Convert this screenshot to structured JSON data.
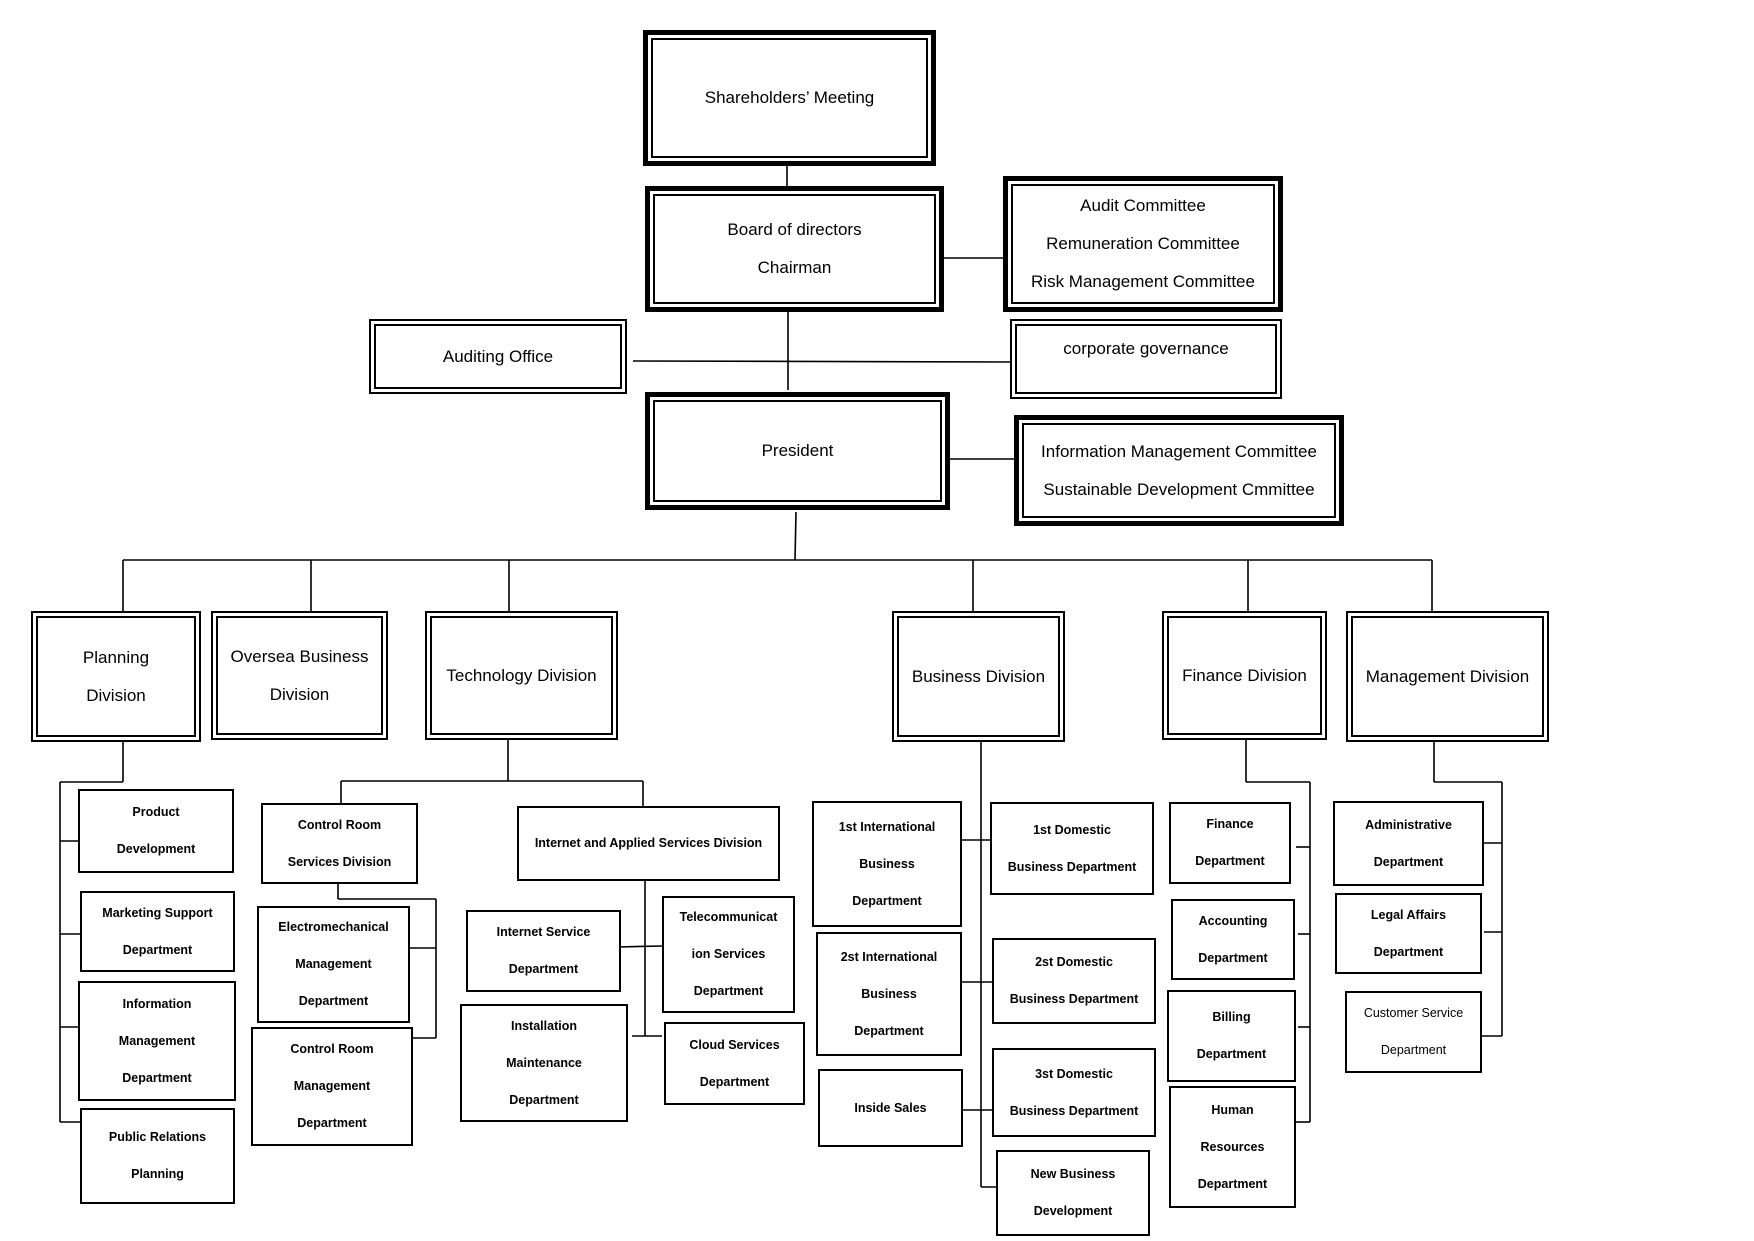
{
  "top": {
    "shareholders": [
      "Shareholders’ Meeting"
    ],
    "board": [
      "Board of directors",
      "Chairman"
    ],
    "committees": [
      "Audit Committee",
      "Remuneration Committee",
      "Risk Management Committee"
    ],
    "auditing_office": [
      "Auditing Office"
    ],
    "governance": [
      "corporate governance"
    ],
    "president": [
      "President"
    ],
    "president_committees": [
      "Information Management Committee",
      "Sustainable Development Cmmittee"
    ]
  },
  "divisions": {
    "planning": [
      "Planning",
      "Division"
    ],
    "oversea": [
      "Oversea Business",
      "Division"
    ],
    "technology": [
      "Technology Division"
    ],
    "business": [
      "Business Division"
    ],
    "finance": [
      "Finance Division"
    ],
    "management": [
      "Management Division"
    ]
  },
  "departments": {
    "planning": [
      [
        "Product",
        "Development"
      ],
      [
        "Marketing Support",
        "Department"
      ],
      [
        "Information",
        "Management",
        "Department"
      ],
      [
        "Public Relations",
        "Planning"
      ]
    ],
    "technology": {
      "control_room_services": [
        "Control Room",
        "Services Division"
      ],
      "electromechanical": [
        "Electromechanical",
        "Management",
        "Department"
      ],
      "control_room_management": [
        "Control Room",
        "Management",
        "Department"
      ],
      "internet_applied": [
        "Internet and Applied Services Division"
      ],
      "internet_service": [
        "Internet Service",
        "Department"
      ],
      "telecommunication": [
        "Telecommunicat",
        "ion Services",
        "Department"
      ],
      "installation": [
        "Installation",
        "Maintenance",
        "Department"
      ],
      "cloud": [
        "Cloud Services",
        "Department"
      ]
    },
    "business": {
      "intl_1": [
        "1st International",
        "Business",
        "Department"
      ],
      "intl_2": [
        "2st International",
        "Business",
        "Department"
      ],
      "inside_sales": [
        "Inside Sales"
      ],
      "domestic_1": [
        "1st Domestic",
        "Business Department"
      ],
      "domestic_2": [
        "2st Domestic",
        "Business Department"
      ],
      "domestic_3": [
        "3st Domestic",
        "Business Department"
      ],
      "new_business": [
        "New Business",
        "Development"
      ]
    },
    "finance": [
      [
        "Finance",
        "Department"
      ],
      [
        "Accounting",
        "Department"
      ],
      [
        "Billing",
        "Department"
      ],
      [
        "Human",
        "Resources",
        "Department"
      ]
    ],
    "management": [
      [
        "Administrative",
        "Department"
      ],
      [
        "Legal Affairs",
        "Department"
      ],
      [
        "Customer Service",
        "Department"
      ]
    ]
  }
}
